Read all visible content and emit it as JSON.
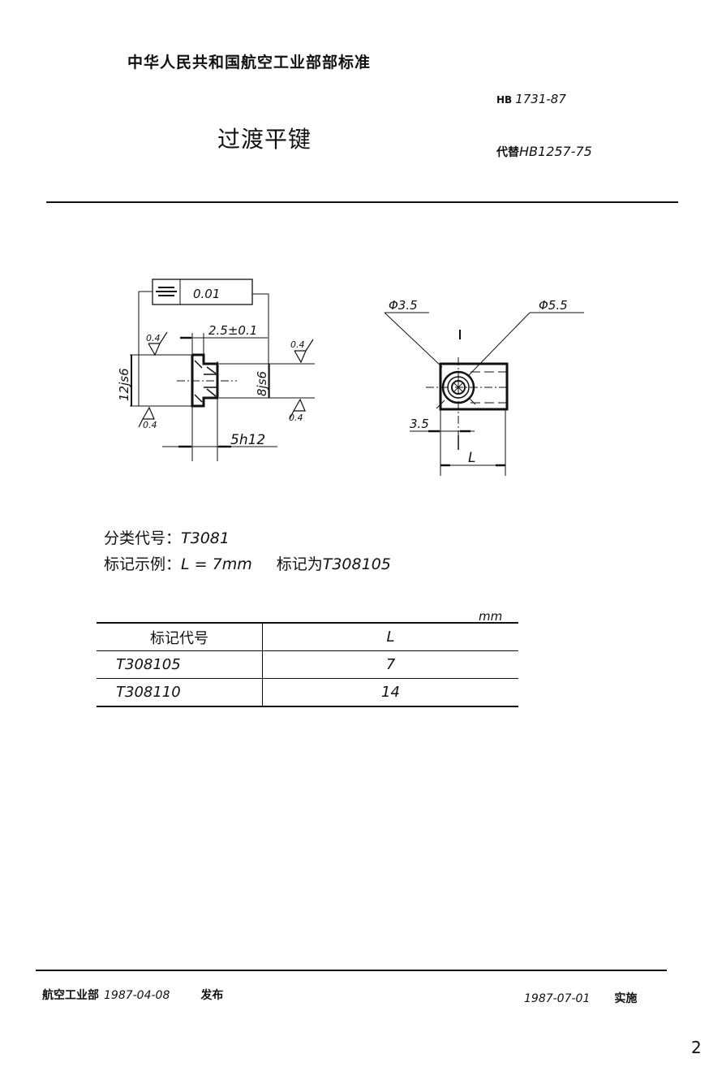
{
  "header": {
    "organization": "中华人民共和国航空工业部部标准",
    "standard_prefix": "HB",
    "standard_number": "1731-87",
    "title": "过渡平键",
    "replaces_label": "代替",
    "replaces_value": "HB1257-75"
  },
  "drawing": {
    "view_left": {
      "symmetry_tolerance_symbol": "symmetry-icon",
      "tolerance_value": "0.01",
      "dim_thickness": "2.5±0.1",
      "dim_height_outer": "12js6",
      "dim_height_inner": "8js6",
      "dim_width": "5h12",
      "roughness_top_left": "0.4",
      "roughness_top_right": "0.4",
      "roughness_bottom_left": "0.4",
      "roughness_bottom_right": "0.4"
    },
    "view_right": {
      "dia_small": "Φ3.5",
      "dia_large": "Φ5.5",
      "dim_offset": "3.5",
      "dim_length": "L",
      "section_mark": "I"
    }
  },
  "info": {
    "class_code_label": "分类代号：",
    "class_code_value": "T3081",
    "marking_example_label": "标记示例：",
    "marking_example_value": "L = 7mm",
    "marking_as_label": "标记为",
    "marking_as_value": "T308105"
  },
  "table": {
    "unit": "mm",
    "headers": [
      "标记代号",
      "L"
    ],
    "rows": [
      [
        "T308105",
        "7"
      ],
      [
        "T308110",
        "14"
      ]
    ]
  },
  "footer": {
    "issuer": "航空工业部",
    "issue_date": "1987-04-08",
    "issue_label": "发布",
    "effective_date": "1987-07-01",
    "effective_label": "实施",
    "page_number": "2"
  }
}
